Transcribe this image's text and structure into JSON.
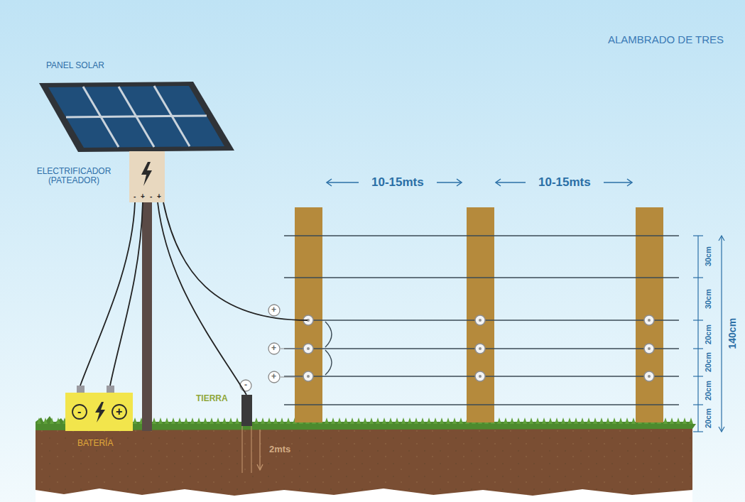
{
  "diagram": {
    "title": "ALAMBRADO DE TRES",
    "labels": [
      "PANEL SOLAR",
      "ELECTRIFICADOR (PATEADOR)",
      "BATERÍA",
      "TIERRA",
      "2mts",
      "10-15mts",
      "10-15mts",
      "30cm",
      "30cm",
      "20cm",
      "20cm",
      "20cm",
      "20cm",
      "140cm",
      "-",
      "+",
      "-",
      "+",
      "-",
      "+",
      "+",
      "+",
      "+",
      "-"
    ]
  }
}
